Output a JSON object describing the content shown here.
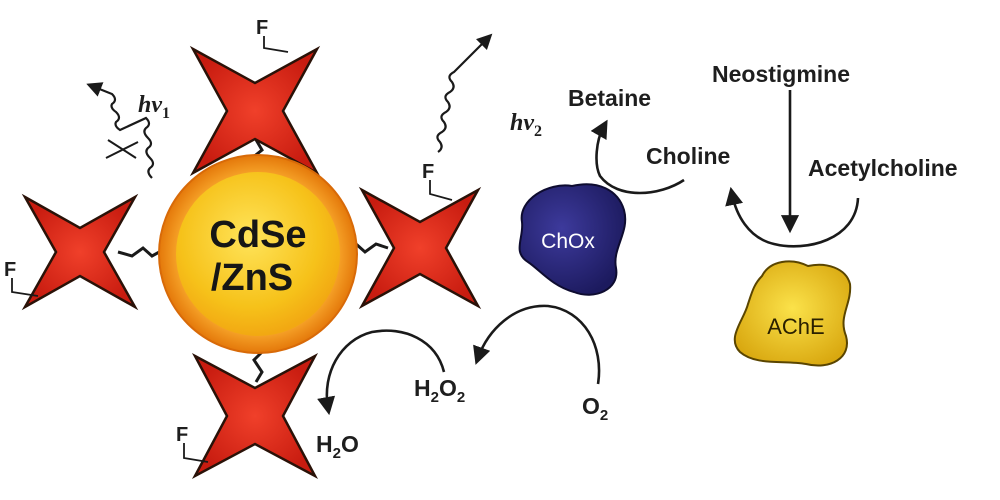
{
  "quantum_dot": {
    "core_line1": "CdSe",
    "core_line2": "/ZnS",
    "core_color": "#f4b400",
    "shell_color": "#f08a10"
  },
  "star_color": "#e02a1a",
  "fluorophore_label": "F",
  "photons": {
    "hv1_base": "hν",
    "hv1_sub": "1",
    "hv2_base": "hν",
    "hv2_sub": "2"
  },
  "molecules": {
    "betaine": "Betaine",
    "choline": "Choline",
    "neostigmine": "Neostigmine",
    "acetylcholine": "Acetylcholine",
    "h2o2_a": "H",
    "h2o2_b": "2",
    "h2o2_c": "O",
    "h2o2_d": "2",
    "o2_a": "O",
    "o2_b": "2",
    "h2o_a": "H",
    "h2o_b": "2",
    "h2o_c": "O"
  },
  "enzymes": {
    "chox": "ChOx",
    "chox_color": "#262478",
    "ache": "AChE",
    "ache_color": "#e8c21a"
  }
}
